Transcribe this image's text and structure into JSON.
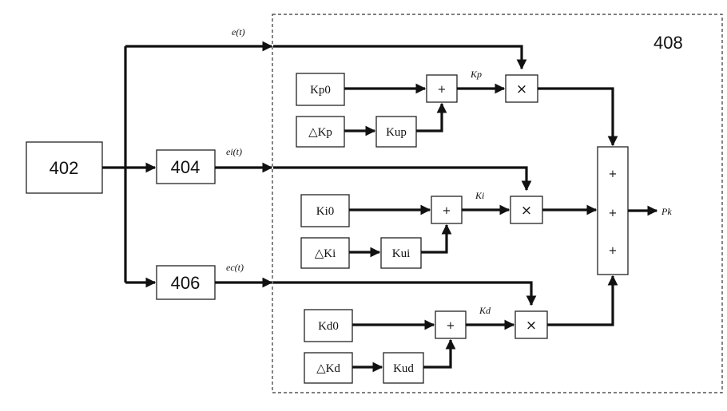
{
  "blocks": {
    "b402": "402",
    "b404": "404",
    "b406": "406",
    "b408": "408"
  },
  "signals": {
    "e": "e(t)",
    "ei": "ei(t)",
    "ec": "ec(t)",
    "kp": "Kp",
    "ki": "Ki",
    "kd": "Kd",
    "pk": "Pk"
  },
  "boxes": {
    "kp0": "Kp0",
    "dkp": "△Kp",
    "kup": "Kup",
    "ki0": "Ki0",
    "dki": "△Ki",
    "kui": "Kui",
    "kd0": "Kd0",
    "dkd": "△Kd",
    "kud": "Kud"
  },
  "operators": {
    "plus": "+",
    "times": "×"
  }
}
